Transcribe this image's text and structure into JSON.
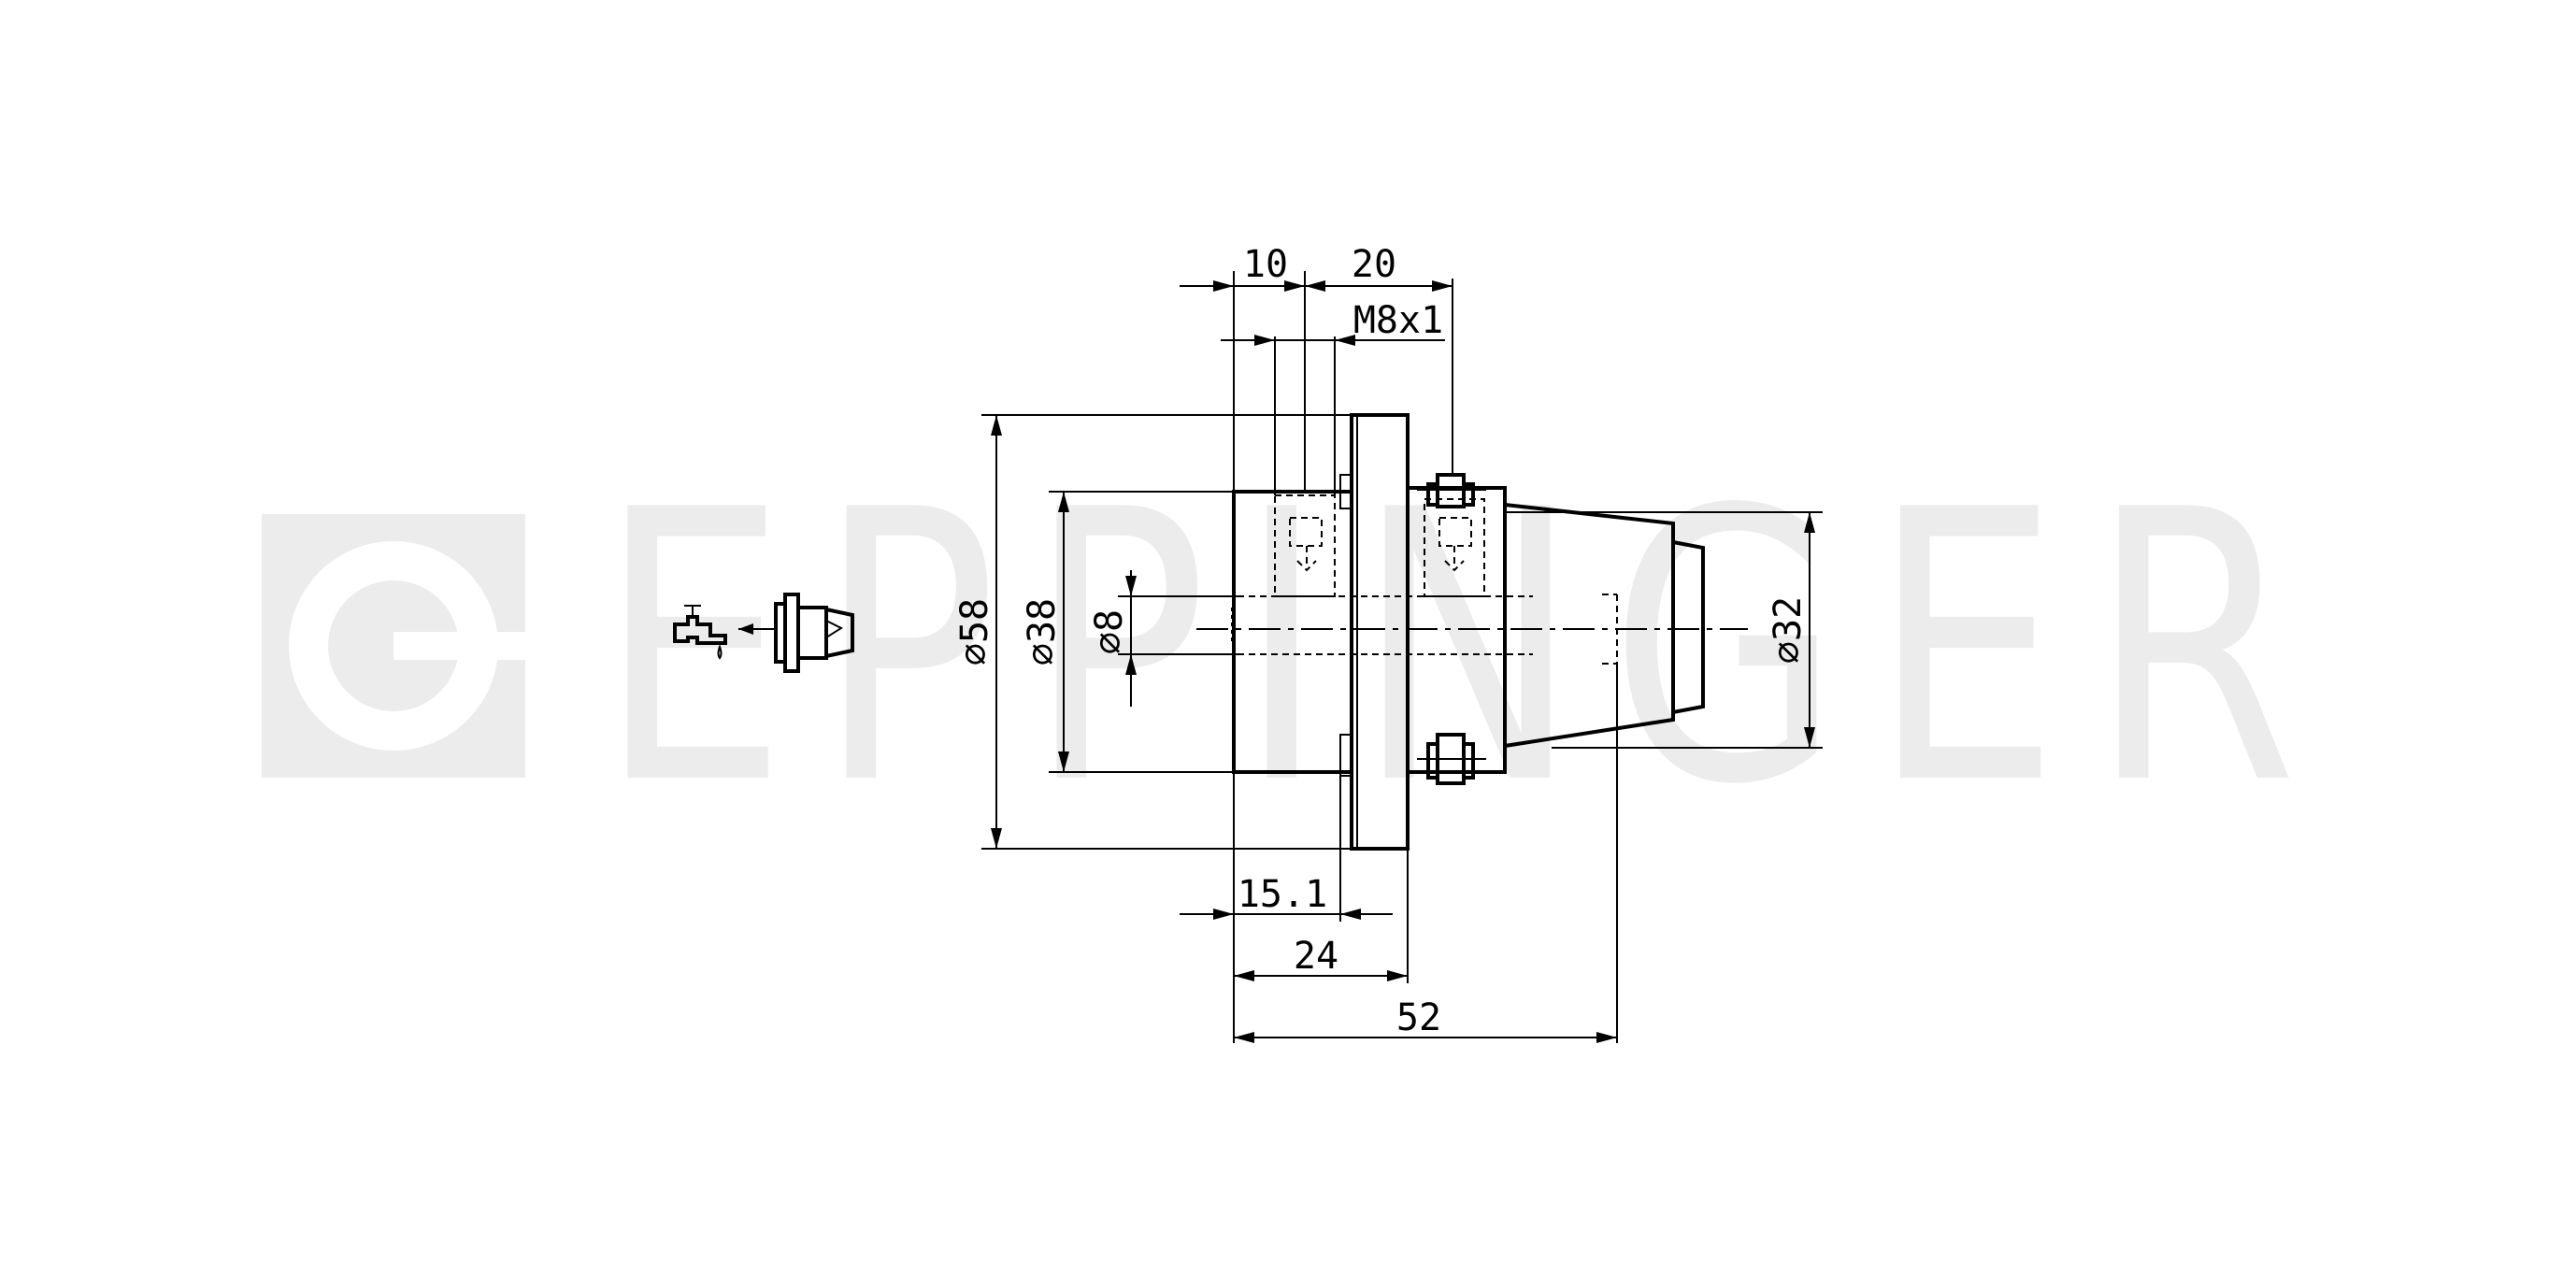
{
  "watermark": {
    "brand": "EPPINGER"
  },
  "dimensions": {
    "d58": "⌀58",
    "d38": "⌀38",
    "d8": "⌀8",
    "d32": "⌀32",
    "w10": "10",
    "w20": "20",
    "thread": "M8x1",
    "w15_1": "15.1",
    "w24": "24",
    "w52": "52"
  },
  "icons": {
    "coolant": "coolant-tap-icon",
    "tool": "tool-holder-icon"
  }
}
